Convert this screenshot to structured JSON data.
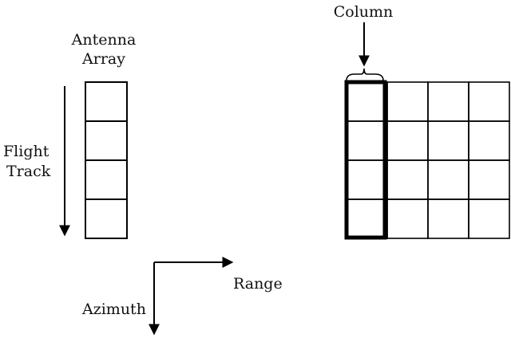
{
  "labels": {
    "antenna_line1": "Antenna",
    "antenna_line2": "Array",
    "flight_line1": "Flight",
    "flight_line2": "Track",
    "column": "Column",
    "range": "Range",
    "azimuth": "Azimuth"
  },
  "antenna_array": {
    "rows": 4,
    "cols": 1
  },
  "grid": {
    "rows": 4,
    "cols": 4,
    "highlighted_column": 1
  },
  "colors": {
    "stroke": "#000000",
    "text": "#111111",
    "background": "#ffffff"
  }
}
